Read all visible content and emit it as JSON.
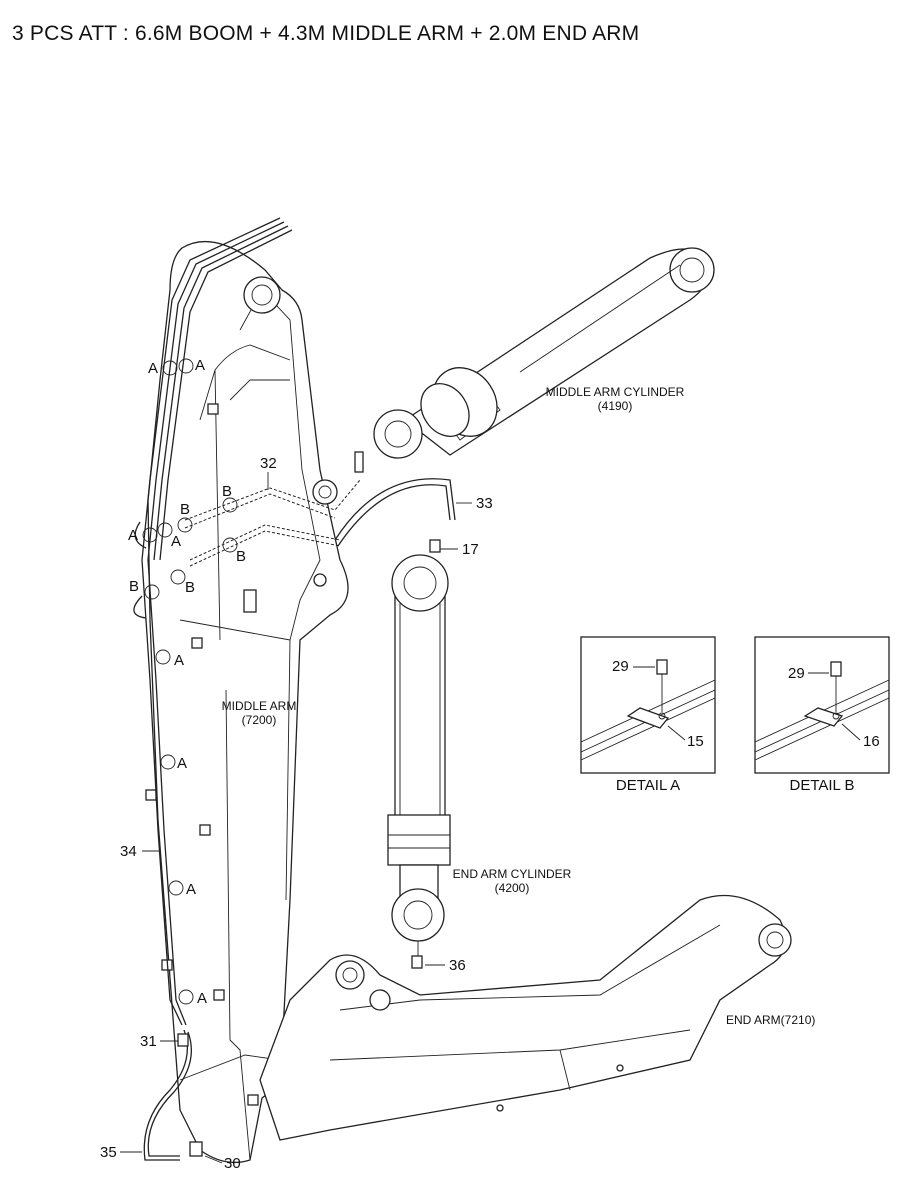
{
  "title": "3 PCS ATT : 6.6M BOOM + 4.3M MIDDLE ARM + 2.0M END ARM",
  "components": {
    "middle_arm_cylinder": {
      "name": "MIDDLE ARM CYLINDER",
      "code": "(4190)"
    },
    "middle_arm": {
      "name": "MIDDLE ARM",
      "code": "(7200)"
    },
    "end_arm_cylinder": {
      "name": "END ARM CYLINDER",
      "code": "(4200)"
    },
    "end_arm": {
      "name": "END ARM(7210)"
    }
  },
  "callouts": {
    "c32": "32",
    "c33": "33",
    "c17": "17",
    "c34": "34",
    "c31": "31",
    "c35": "35",
    "c30": "30",
    "c36": "36"
  },
  "clamp_markers": {
    "a": "A",
    "b": "B"
  },
  "details": {
    "a": {
      "caption": "DETAIL A",
      "bolt": "29",
      "clamp": "15"
    },
    "b": {
      "caption": "DETAIL B",
      "bolt": "29",
      "clamp": "16"
    }
  }
}
